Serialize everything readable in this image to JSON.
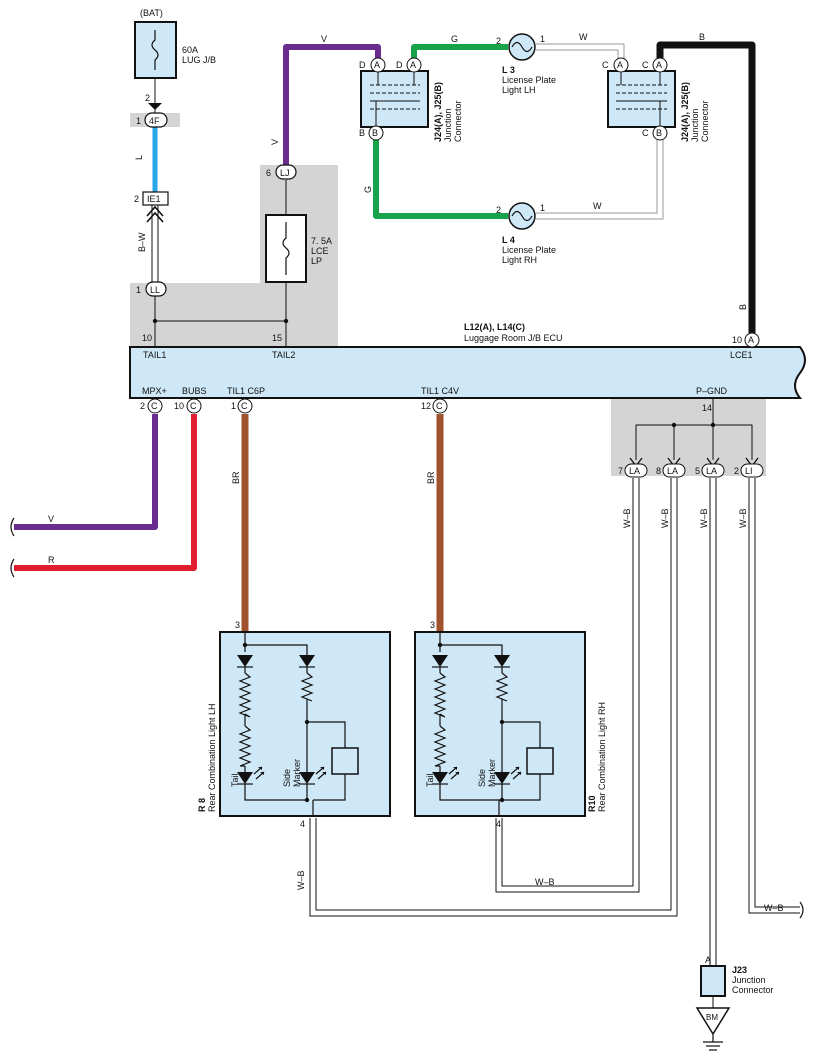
{
  "colors": {
    "violet": "#6a2c8e",
    "green": "#16a34a",
    "black": "#111111",
    "blue": "#2aa7e8",
    "red": "#e11d2e",
    "brown": "#a0522d",
    "white_wire": "#9a9a9a",
    "component_fill": "#cfe8f7",
    "shade": "#d4d4d4"
  },
  "battery": {
    "label": "(BAT)",
    "fuse_rating": "60A",
    "fuse_name": "LUG J/B",
    "pin_top": "2",
    "connector_4f_pin": "1",
    "connector_4f": "4F",
    "wire_color_l": "L",
    "ie1_pin": "2",
    "ie1": "IE1",
    "wire_bw": "B–W"
  },
  "lce_fuse": {
    "pin": "6",
    "connector": "LJ",
    "rating": "7. 5A",
    "name1": "LCE",
    "name2": "LP",
    "wire_v": "V"
  },
  "ll_connector": {
    "pin": "1",
    "name": "LL"
  },
  "junction_left": {
    "line1": "J24(A), J25(B)",
    "line2": "Junction",
    "line3": "Connector",
    "pin_d1": "D",
    "pin_d2": "D",
    "pin_b": "B",
    "conn_a1": "A",
    "conn_a2": "A",
    "conn_b": "B"
  },
  "junction_right": {
    "line1": "J24(A), J25(B)",
    "line2": "Junction",
    "line3": "Connector",
    "pin_c1": "C",
    "pin_c2": "C",
    "pin_c3": "C",
    "conn_a1": "A",
    "conn_a2": "A",
    "conn_b": "B"
  },
  "l3": {
    "id": "L 3",
    "name1": "License Plate",
    "name2": "Light LH",
    "pin2": "2",
    "pin1": "1"
  },
  "l4": {
    "id": "L 4",
    "name1": "License Plate",
    "name2": "Light RH",
    "pin2": "2",
    "pin1": "1"
  },
  "wires": {
    "v_top": "V",
    "g_top": "G",
    "w_top": "W",
    "b_top": "B",
    "g_left": "G",
    "w_l4": "W",
    "b_right": "B",
    "br1": "BR",
    "br2": "BR",
    "v_out": "V",
    "r_out": "R",
    "wb1": "W–B",
    "wb2": "W–B",
    "wb3": "W–B",
    "wb4": "W–B",
    "wb_lh": "W–B",
    "wb_rh": "W–B",
    "wb_out": "W–B",
    "a_j23": "A"
  },
  "ecu": {
    "title": "L12(A), L14(C)",
    "subtitle": "Luggage Room J/B ECU",
    "tail1": "TAIL1",
    "tail2": "TAIL2",
    "lce1": "LCE1",
    "pin_tail1": "10",
    "pin_tail2": "15",
    "pin_lce1": "10",
    "conn_lce1": "A",
    "mpx": "MPX+",
    "bubs": "BUBS",
    "til1c6p": "TIL1 C6P",
    "til1c4v": "TIL1 C4V",
    "pgnd": "P–GND",
    "pin_mpx": "2",
    "pin_bubs": "10",
    "pin_c6p": "1",
    "pin_c4v": "12",
    "pin_pgnd": "14",
    "conn_c": "C"
  },
  "ground_conns": [
    {
      "pin": "7",
      "name": "LA"
    },
    {
      "pin": "8",
      "name": "LA"
    },
    {
      "pin": "5",
      "name": "LA"
    },
    {
      "pin": "2",
      "name": "LI"
    }
  ],
  "r8": {
    "id": "R 8",
    "name": "Rear Combination Light LH",
    "pin_in": "3",
    "pin_out": "4",
    "tail": "Tail",
    "side1": "Side",
    "side2": "Marker"
  },
  "r10": {
    "id": "R10",
    "name": "Rear Combination Light RH",
    "pin_in": "3",
    "pin_out": "4",
    "tail": "Tail",
    "side1": "Side",
    "side2": "Marker"
  },
  "j23": {
    "id": "J23",
    "name1": "Junction",
    "name2": "Connector"
  },
  "ground": {
    "label": "BM"
  }
}
